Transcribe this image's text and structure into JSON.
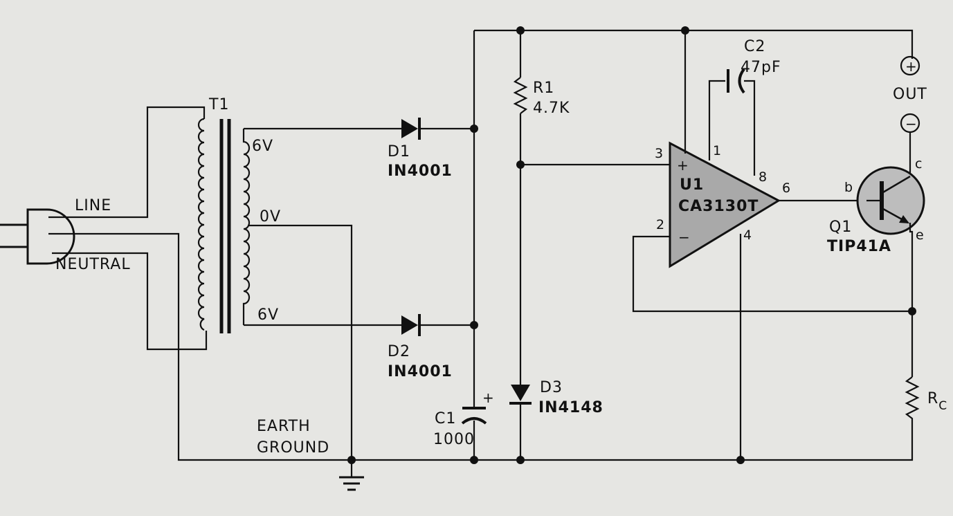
{
  "components": {
    "t1": {
      "ref": "T1",
      "sec_top": "6V",
      "sec_mid": "0V",
      "sec_bot": "6V"
    },
    "d1": {
      "ref": "D1",
      "part": "IN4001"
    },
    "d2": {
      "ref": "D2",
      "part": "IN4001"
    },
    "d3": {
      "ref": "D3",
      "part": "IN4148"
    },
    "r1": {
      "ref": "R1",
      "value": "4.7K"
    },
    "c1": {
      "ref": "C1",
      "value": "1000",
      "polarity": "+"
    },
    "c2": {
      "ref": "C2",
      "value": "47pF"
    },
    "u1": {
      "ref": "U1",
      "part": "CA3130T",
      "pin3": "3",
      "pin2": "2",
      "pin1": "1",
      "pin8": "8",
      "pin6": "6",
      "pin4": "4",
      "plus": "+",
      "minus": "−"
    },
    "q1": {
      "ref": "Q1",
      "part": "TIP41A",
      "b": "b",
      "c": "c",
      "e": "e"
    },
    "rc": {
      "ref": "R",
      "sub": "C"
    }
  },
  "labels": {
    "line": "LINE",
    "neutral": "NEUTRAL",
    "earth": "EARTH",
    "ground": "GROUND",
    "out": "OUT",
    "out_plus": "+",
    "out_minus": "−"
  },
  "colors": {
    "ink": "#111111",
    "paper": "#e6e6e3",
    "opamp_fill": "#a9a9a9",
    "transistor_fill": "#bdbdbd"
  }
}
